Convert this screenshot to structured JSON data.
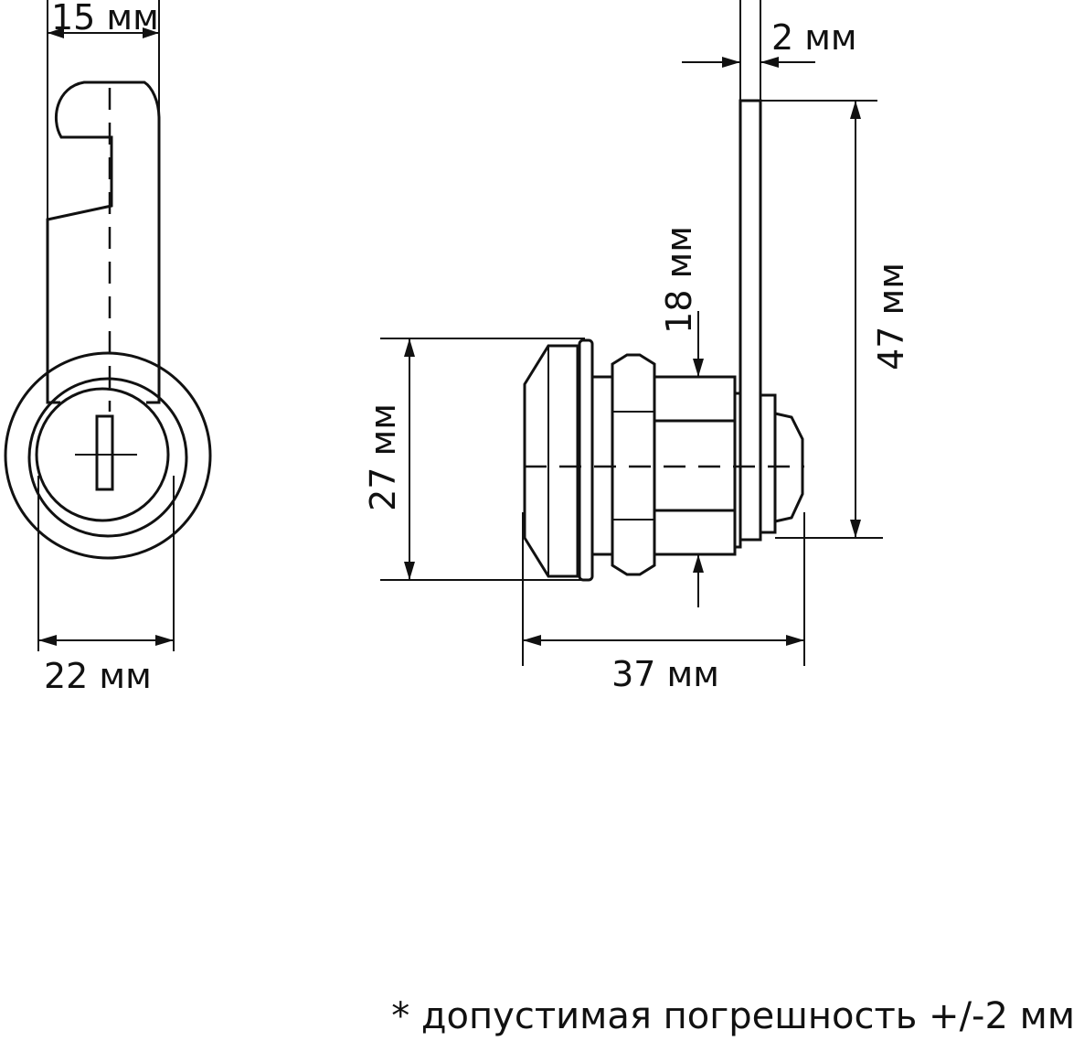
{
  "dimensions": {
    "cam_width": "15 мм",
    "face_diameter": "22 мм",
    "cam_thickness": "2 мм",
    "cam_length": "47 мм",
    "thread_diameter": "18 мм",
    "flange_diameter": "27 мм",
    "body_length": "37 мм"
  },
  "note": "* допустимая погрешность +/-2 мм"
}
